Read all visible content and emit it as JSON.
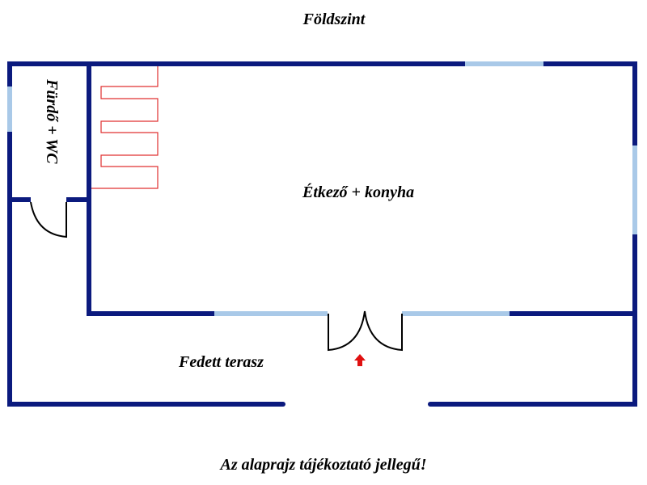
{
  "title": "Földszint",
  "rooms": {
    "bathroom": "Fürdő + WC",
    "kitchen": "Étkező + konyha",
    "terrace": "Fedett terasz"
  },
  "disclaimer": "Az alaprajz tájékoztató jellegű!",
  "colors": {
    "wall": "#0b1a7e",
    "window": "#a9c9e8",
    "stairs": "#e03030",
    "arrow": "#e01010"
  }
}
